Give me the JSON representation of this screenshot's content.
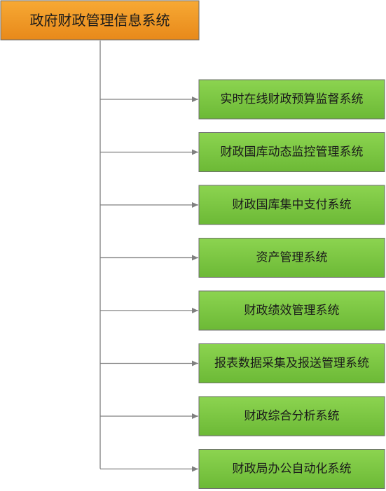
{
  "root": {
    "label": "政府财政管理信息系统",
    "fill": "#f7a934",
    "fill_dark": "#e8891a"
  },
  "children": [
    "实时在线财政预算监督系统",
    "财政国库动态监控管理系统",
    "财政国库集中支付系统",
    "资产管理系统",
    "财政绩效管理系统",
    "报表数据采集及报送管理系统",
    "财政综合分析系统",
    "财政局办公自动化系统"
  ],
  "colors": {
    "child_fill": "#8cd450",
    "child_fill_dark": "#6cb936",
    "border": "#6e6e6e",
    "connector": "#808080"
  }
}
